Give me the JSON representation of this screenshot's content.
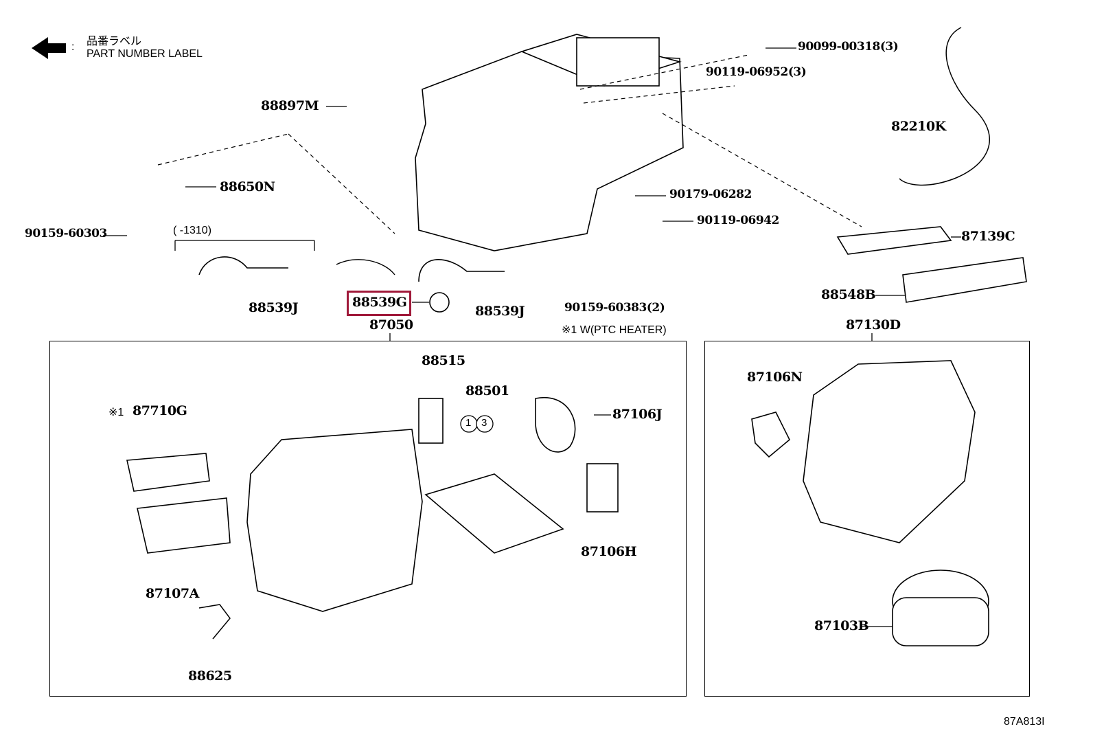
{
  "legend": {
    "icon": "arrow-left-icon",
    "separator": ":",
    "jp_text": "品番ラベル",
    "en_text": "PART NUMBER LABEL"
  },
  "labels": {
    "p88897M": "88897M",
    "p88650N": "88650N",
    "p90159_60303": "90159-60303",
    "range_note": "(      -1310)",
    "p88539J_left": "88539J",
    "p88539G": "88539G",
    "p88539J_right": "88539J",
    "p87050": "87050",
    "p90099_00318": "90099-00318(3)",
    "p90119_06952": "90119-06952(3)",
    "p82210K": "82210K",
    "p90179_06282": "90179-06282",
    "p90119_06942": "90119-06942",
    "p87139C": "87139C",
    "p88548B": "88548B",
    "p90159_60383": "90159-60383(2)",
    "ptc_note": "※1 W(PTC HEATER)",
    "p87130D": "87130D",
    "p88515": "88515",
    "p88501": "88501",
    "circle1": "1",
    "circle3": "3",
    "p87106J": "87106J",
    "mark1": "※1",
    "p87710G": "87710G",
    "p87106H": "87106H",
    "p87107A": "87107A",
    "p88625": "88625",
    "p87106N": "87106N",
    "p87103B": "87103B",
    "diagram_id": "87A813I"
  },
  "highlight": {
    "part": "88539G",
    "color": "#a0193a"
  }
}
